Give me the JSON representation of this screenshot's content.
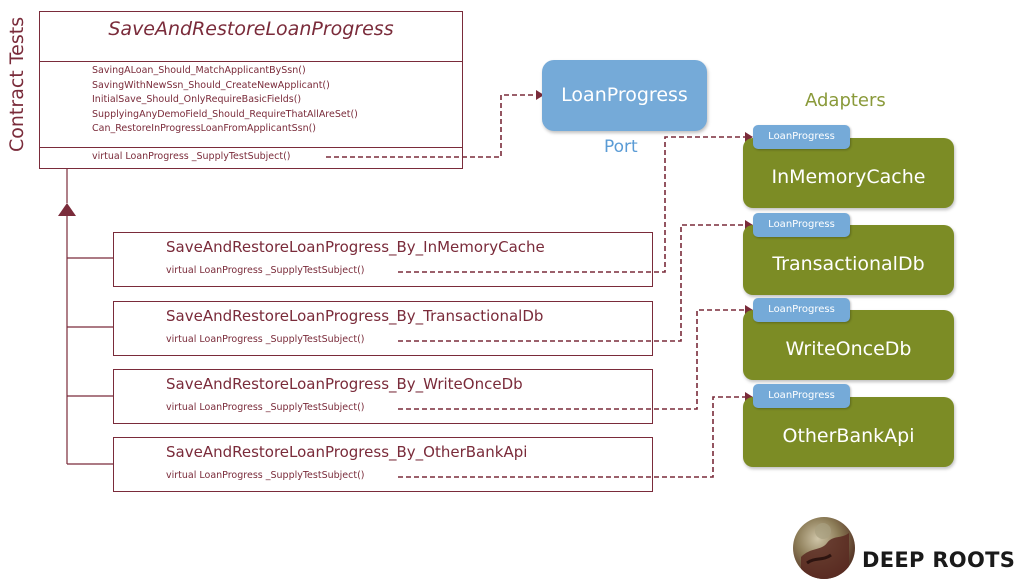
{
  "side_label": "Contract Tests",
  "base_class": {
    "name": "SaveAndRestoreLoanProgress",
    "methods": [
      "SavingALoan_Should_MatchApplicantBySsn()",
      "SavingWithNewSsn_Should_CreateNewApplicant()",
      "InitialSave_Should_OnlyRequireBasicFields()",
      "SupplyingAnyDemoField_Should_RequireThatAllAreSet()",
      "Can_RestoreInProgressLoanFromApplicantSsn()"
    ],
    "abstract_method": "virtual LoanProgress  _SupplyTestSubject()"
  },
  "subclasses": [
    {
      "name": "SaveAndRestoreLoanProgress_By_InMemoryCache",
      "method": "virtual LoanProgress  _SupplyTestSubject()"
    },
    {
      "name": "SaveAndRestoreLoanProgress_By_TransactionalDb",
      "method": "virtual LoanProgress  _SupplyTestSubject()"
    },
    {
      "name": "SaveAndRestoreLoanProgress_By_WriteOnceDb",
      "method": "virtual LoanProgress  _SupplyTestSubject()"
    },
    {
      "name": "SaveAndRestoreLoanProgress_By_OtherBankApi",
      "method": "virtual LoanProgress  _SupplyTestSubject()"
    }
  ],
  "port": {
    "name": "LoanProgress",
    "label": "Port"
  },
  "adapters_label": "Adapters",
  "adapters": [
    {
      "tab": "LoanProgress",
      "name": "InMemoryCache"
    },
    {
      "tab": "LoanProgress",
      "name": "TransactionalDb"
    },
    {
      "tab": "LoanProgress",
      "name": "WriteOnceDb"
    },
    {
      "tab": "LoanProgress",
      "name": "OtherBankApi"
    }
  ],
  "logo_text": "DEEP ROOTS",
  "colors": {
    "maroon": "#7a2b3a",
    "port_blue": "#75aad8",
    "adapter_olive": "#7c8c25",
    "adapters_label": "#8a9a3a"
  }
}
